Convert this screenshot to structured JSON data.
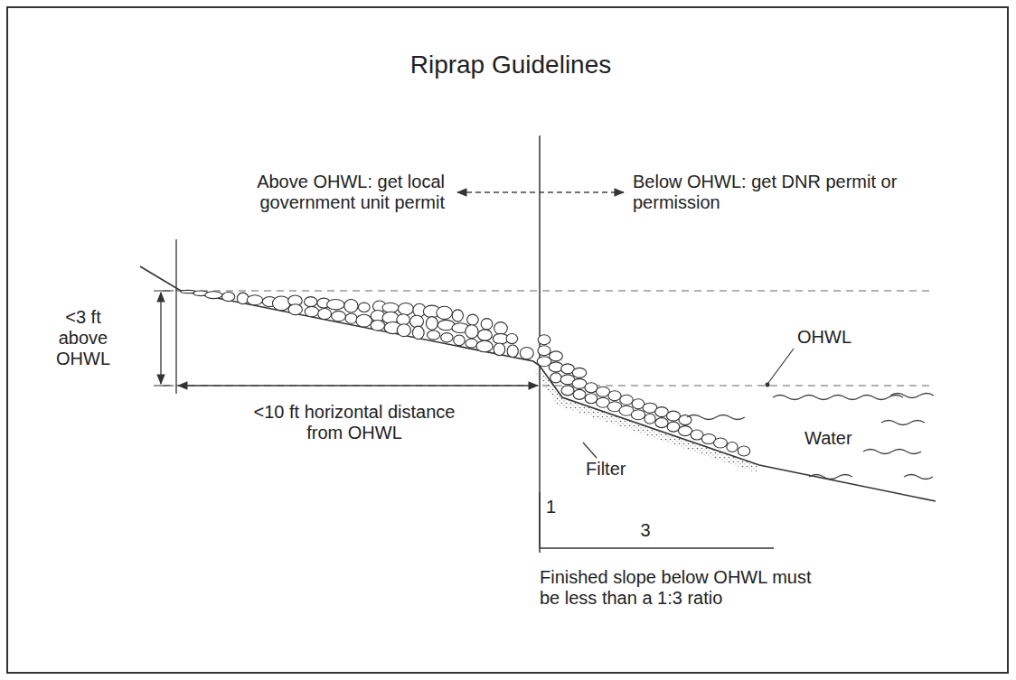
{
  "diagram": {
    "title": "Riprap Guidelines",
    "labels": [
      "Above OHWL: get local government unit permit",
      "Below OHWL: get DNR permit or permission",
      "<3 ft above OHWL",
      "<10 ft horizontal distance from OHWL",
      "OHWL",
      "Water",
      "Filter",
      "1",
      "3",
      "Finished slope below OHWL must be less than a 1:3 ratio"
    ]
  }
}
